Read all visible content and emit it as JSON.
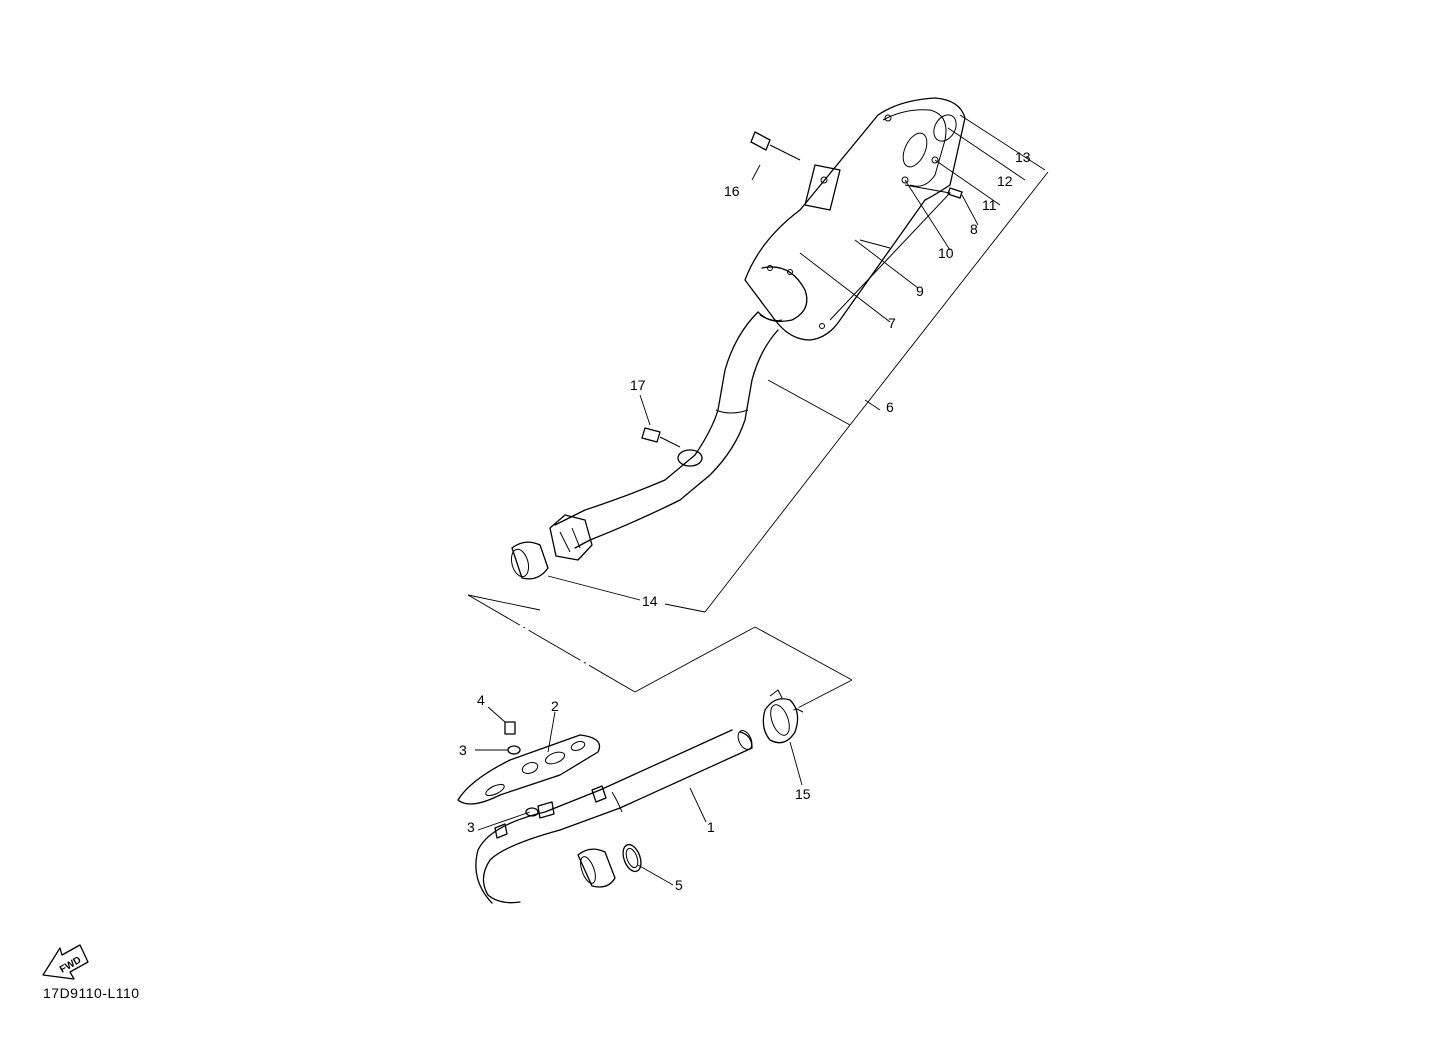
{
  "diagram_code": "17D9110-L110",
  "fwd_label": "FWD",
  "callouts": {
    "c1": "1",
    "c2": "2",
    "c3a": "3",
    "c3b": "3",
    "c4": "4",
    "c5": "5",
    "c6": "6",
    "c7": "7",
    "c8": "8",
    "c9": "9",
    "c10": "10",
    "c11": "11",
    "c12": "12",
    "c13": "13",
    "c14": "14",
    "c15": "15",
    "c16": "16",
    "c17": "17"
  }
}
